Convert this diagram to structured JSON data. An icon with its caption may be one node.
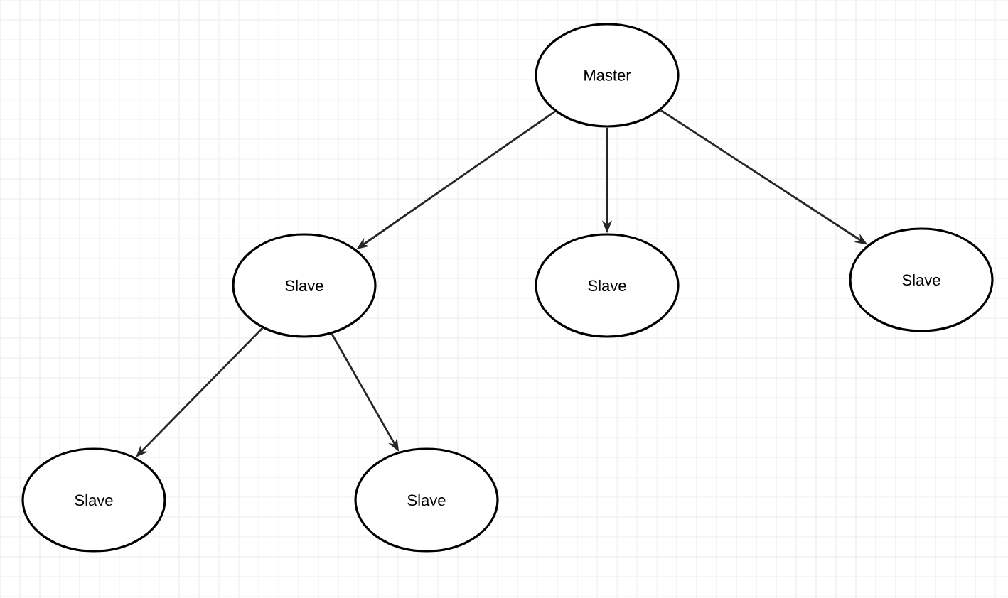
{
  "diagram": {
    "nodes": [
      {
        "text": [
          "Master"
        ]
      },
      {
        "text": [
          "Slave"
        ]
      },
      {
        "text": [
          "Slave"
        ]
      },
      {
        "text": [
          "Slave"
        ]
      },
      {
        "text": [
          "Slave"
        ]
      },
      {
        "text": [
          "Slave"
        ]
      }
    ],
    "edges": [
      {
        "from": 0,
        "to": 1,
        "arrow": "to"
      },
      {
        "from": 0,
        "to": 2,
        "arrow": "to"
      },
      {
        "from": 0,
        "to": 3,
        "arrow": "to"
      },
      {
        "from": 1,
        "to": 4,
        "arrow": "to"
      },
      {
        "from": 1,
        "to": 5,
        "arrow": "to"
      }
    ]
  }
}
